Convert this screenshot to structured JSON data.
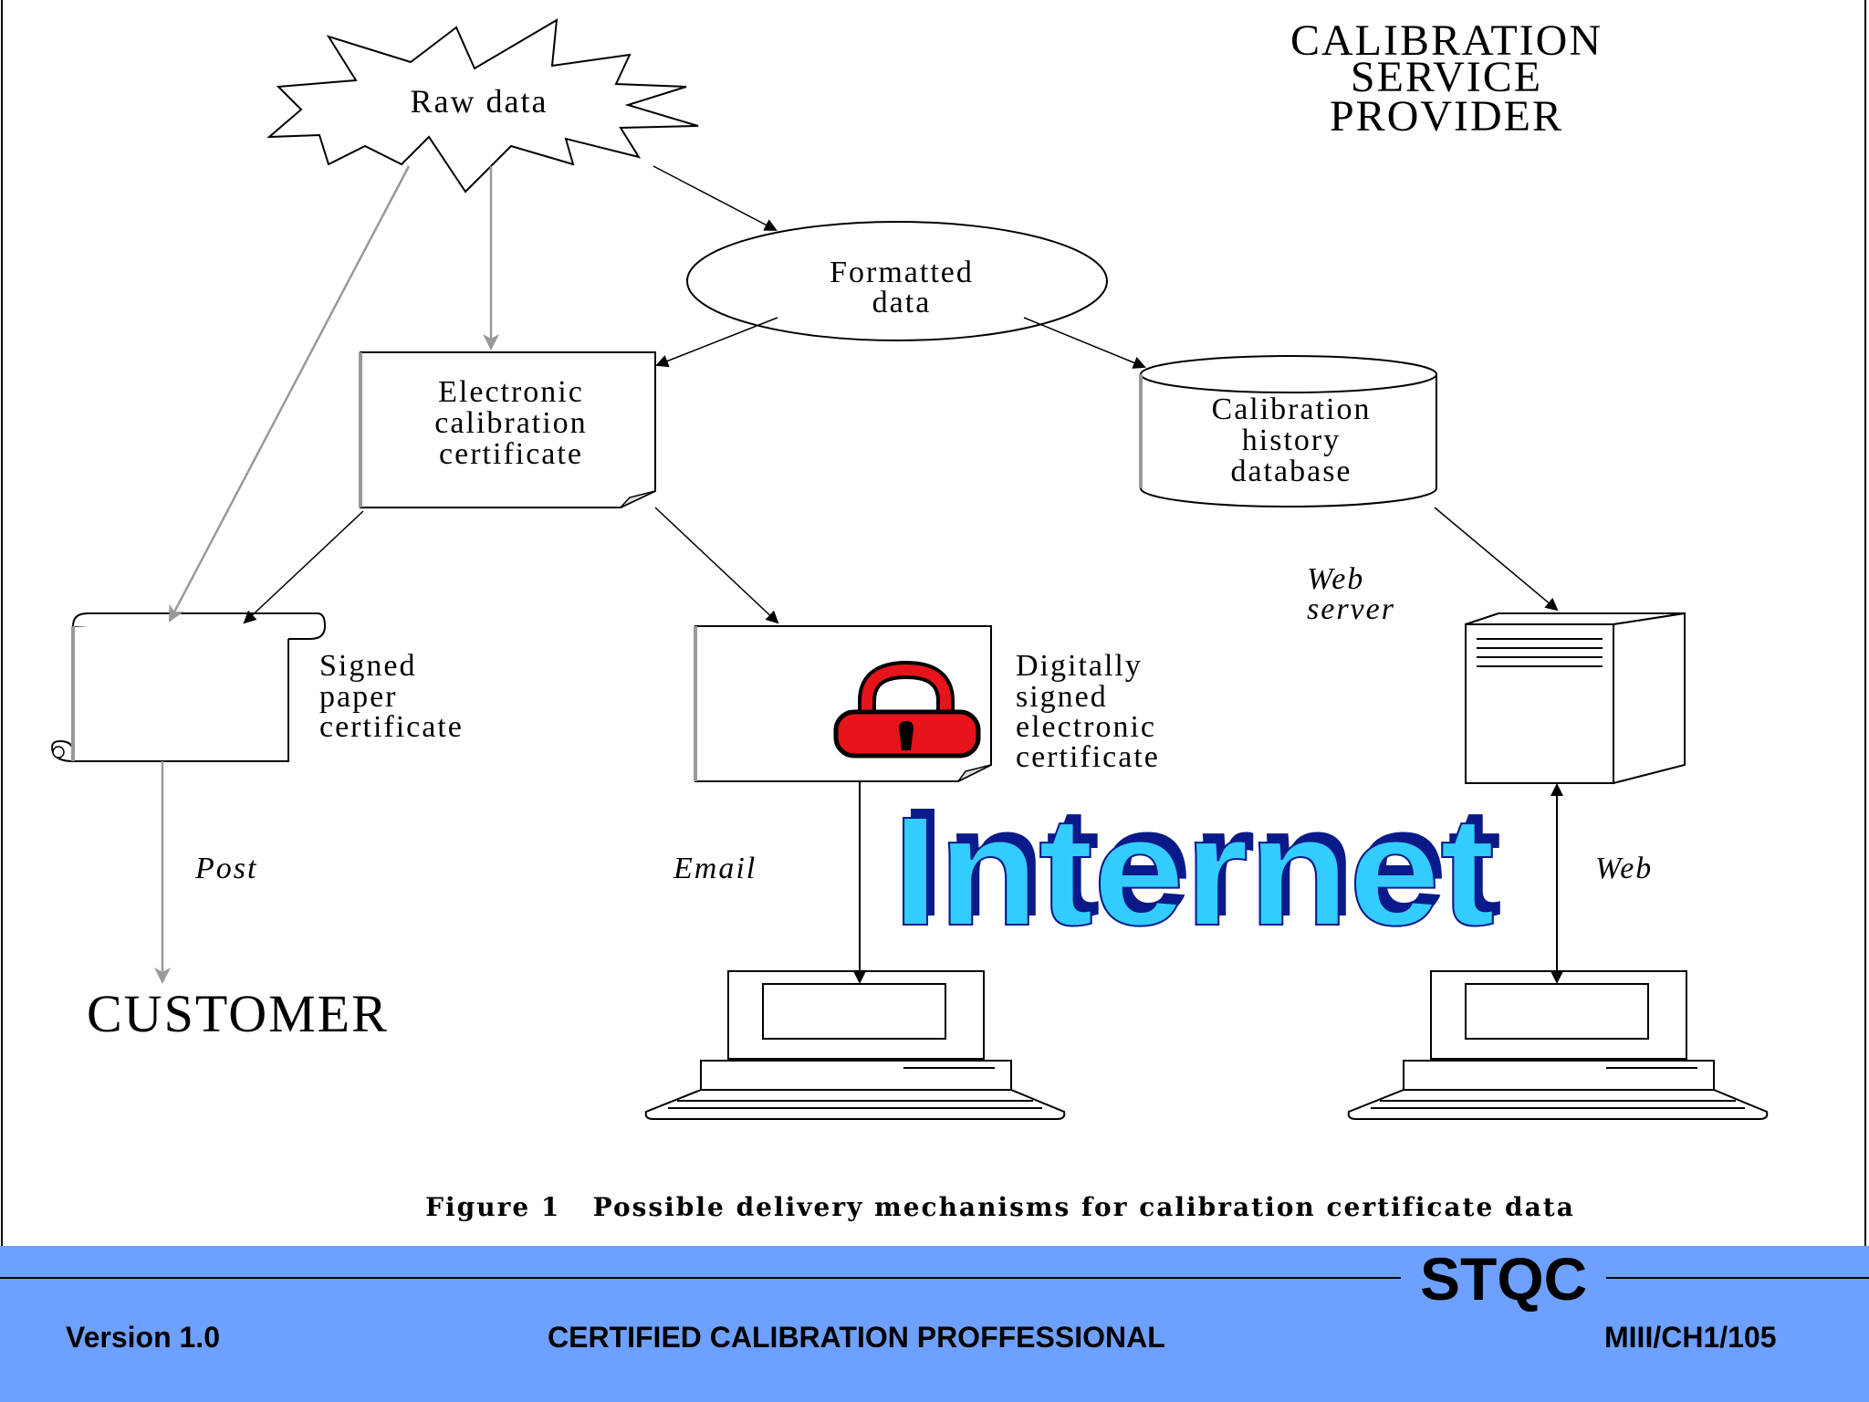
{
  "header": {
    "provider_lines": [
      "CALIBRATION",
      "SERVICE",
      "PROVIDER"
    ]
  },
  "nodes": {
    "raw_data": "Raw data",
    "formatted_data": [
      "Formatted",
      "data"
    ],
    "electronic_certificate": [
      "Electronic",
      "calibration",
      "certificate"
    ],
    "history_database": [
      "Calibration",
      "history",
      "database"
    ],
    "web_server": [
      "Web",
      "server"
    ],
    "signed_paper": [
      "Signed",
      "paper",
      "certificate"
    ],
    "digitally_signed": [
      "Digitally",
      "signed",
      "electronic",
      "certificate"
    ],
    "internet_wordart": "Internet",
    "customer": "CUSTOMER"
  },
  "edge_labels": {
    "post": "Post",
    "email": "Email",
    "web": "Web"
  },
  "caption": "Figure 1   Possible delivery mechanisms for calibration certificate data",
  "footer": {
    "brand": "STQC",
    "version": "Version 1.0",
    "course": "CERTIFIED CALIBRATION PROFFESSIONAL",
    "code": "MIII/CH1/105"
  },
  "colors": {
    "footer_bg": "#6ea1ff",
    "lock_red": "#e8141b",
    "internet_fill": "#33ccff",
    "internet_shadow": "#0a1a8a"
  }
}
